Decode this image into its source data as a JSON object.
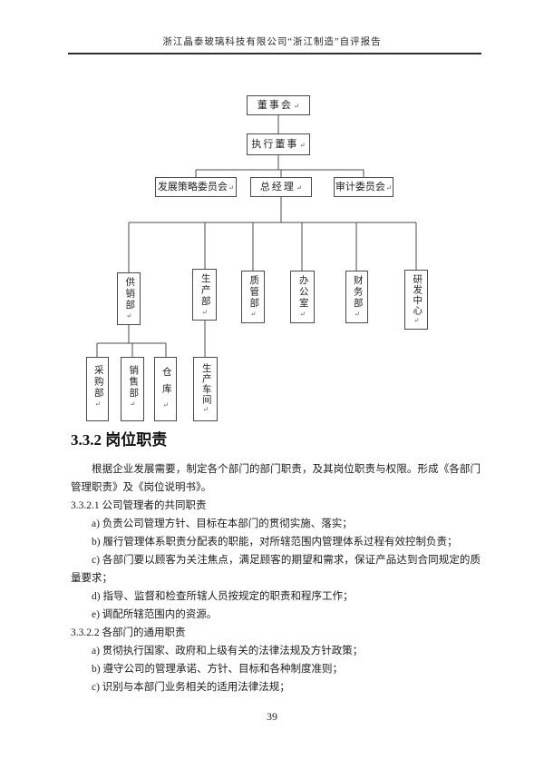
{
  "header": {
    "title": "浙江晶泰玻璃科技有限公司“浙江制造”自评报告"
  },
  "orgchart": {
    "paragraph_mark": "↵",
    "nodes": [
      {
        "id": "board-of-directors",
        "label": "董事会"
      },
      {
        "id": "executive-director",
        "label": "执行董事"
      },
      {
        "id": "dev-strategy-committee",
        "label": "发展策略委员会"
      },
      {
        "id": "general-manager",
        "label": "总经理"
      },
      {
        "id": "audit-committee",
        "label": "审计委员会"
      },
      {
        "id": "supply-sales-dept",
        "label": "供销部"
      },
      {
        "id": "production-dept",
        "label": "生产部"
      },
      {
        "id": "quality-dept",
        "label": "质管部"
      },
      {
        "id": "office",
        "label": "办公室"
      },
      {
        "id": "finance-dept",
        "label": "财务部"
      },
      {
        "id": "rd-center",
        "label": "研发中心"
      },
      {
        "id": "purchasing-dept",
        "label": "采购部"
      },
      {
        "id": "sales-dept",
        "label": "销售部"
      },
      {
        "id": "warehouse",
        "label": "仓库"
      },
      {
        "id": "production-workshop",
        "label": "生产车间"
      }
    ]
  },
  "body": {
    "heading": "3.3.2 岗位职责",
    "intro": "根据企业发展需要，制定各个部门的部门职责，及其岗位职责与权限。形成《各部门管理职责》及《岗位说明书》。",
    "sub1": {
      "heading": "3.3.2.1 公司管理者的共同职责",
      "items": [
        "a) 负责公司管理方针、目标在本部门的贯彻实施、落实；",
        "b) 履行管理体系职责分配表的职能，对所辖范围内管理体系过程有效控制负责；",
        "c) 各部门要以顾客为关注焦点，满足顾客的期望和需求，保证产品达到合同规定的质量要求；",
        "d) 指导、监督和检查所辖人员按规定的职责和程序工作；",
        "e) 调配所辖范围内的资源。"
      ]
    },
    "sub2": {
      "heading": "3.3.2.2 各部门的通用职责",
      "items": [
        "a) 贯彻执行国家、政府和上级有关的法律法规及方针政策；",
        "b) 遵守公司的管理承诺、方针、目标和各种制度准则；",
        "c) 识别与本部门业务相关的适用法律法规；"
      ]
    }
  },
  "footer": {
    "page_number": "39"
  },
  "colors": {
    "line": "#4b4b4b",
    "text": "#1c1c1c",
    "header_rule": "#2e2e2e"
  }
}
